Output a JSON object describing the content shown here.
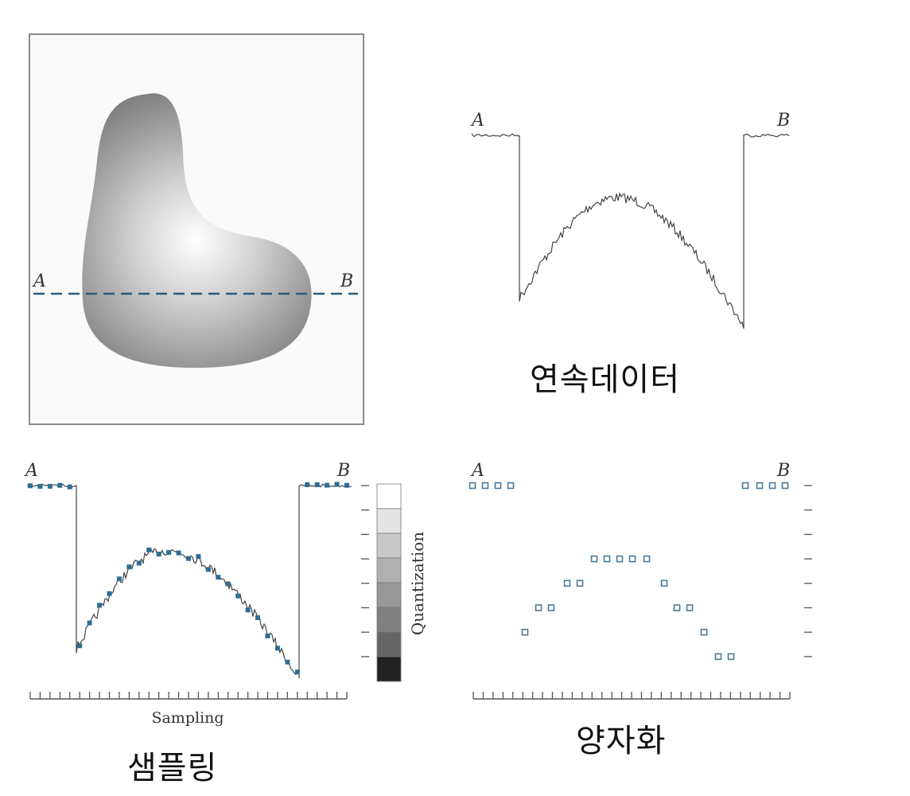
{
  "original_image": {
    "label_a": "A",
    "label_b": "B"
  },
  "continuous_panel": {
    "label_a": "A",
    "label_b": "B",
    "caption": "연속데이터"
  },
  "sampling_panel": {
    "label_a": "A",
    "label_b": "B",
    "x_axis_label": "Sampling",
    "y_axis_label": "Quantization",
    "caption": "샘플링",
    "sample_count": 33,
    "gray_levels": [
      "#ffffff",
      "#e4e4e4",
      "#c8c8c8",
      "#b0b0b0",
      "#989898",
      "#808080",
      "#666666",
      "#222222"
    ]
  },
  "quantized_panel": {
    "label_a": "A",
    "label_b": "B",
    "caption": "양자화",
    "quantized_levels": [
      7,
      7,
      7,
      7,
      1,
      2,
      2,
      3,
      3,
      4,
      4,
      4,
      4,
      4,
      3,
      2,
      2,
      1,
      0,
      0,
      7,
      7,
      7,
      7
    ]
  },
  "colors": {
    "profile_line": "#444444",
    "sample_marker": "#2e6e96",
    "dashed_line": "#2e5a7a",
    "quant_marker": "#4a7a9a"
  }
}
